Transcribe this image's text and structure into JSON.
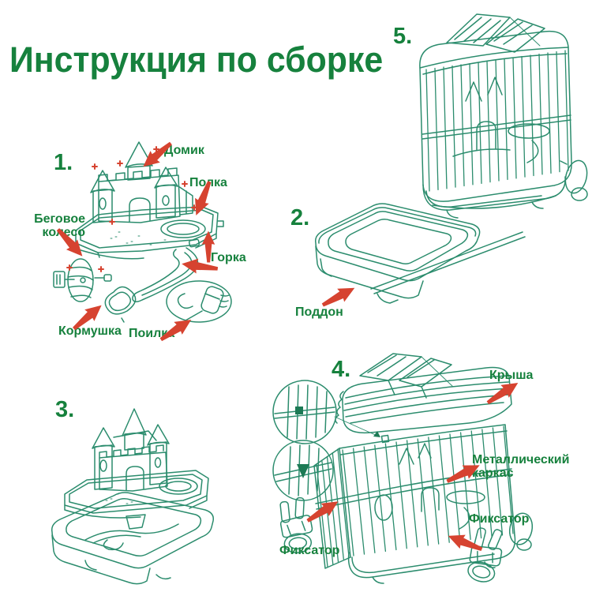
{
  "title": "Инструкция по сборке",
  "colors": {
    "text_green": "#16813d",
    "line_green": "#2b8c6d",
    "arrow_red": "#d64330"
  },
  "steps": {
    "step1": {
      "number": "1.",
      "labels": {
        "house": "Домик",
        "shelf": "Полка",
        "wheel": "Беговое колесо",
        "slide": "Горка",
        "feeder": "Кормушка",
        "drinker": "Поилка"
      }
    },
    "step2": {
      "number": "2.",
      "labels": {
        "tray": "Поддон"
      }
    },
    "step3": {
      "number": "3."
    },
    "step4": {
      "number": "4.",
      "labels": {
        "roof": "Крыша",
        "frame": "Металлический каркас",
        "clip_left": "Фиксатор",
        "clip_right": "Фиксатор"
      }
    },
    "step5": {
      "number": "5."
    }
  }
}
